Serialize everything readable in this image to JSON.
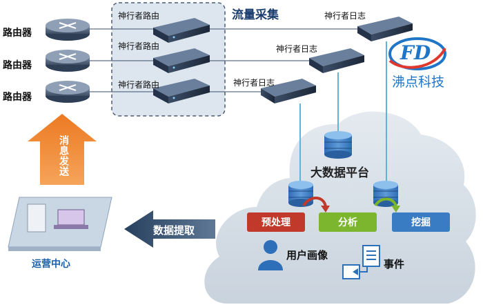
{
  "routers": [
    "路由器",
    "路由器",
    "路由器"
  ],
  "collectors": [
    "神行者路由",
    "神行者路由",
    "神行者路由"
  ],
  "section_title": "流量采集",
  "loggers": [
    "神行者日志",
    "神行者日志",
    "神行者日志"
  ],
  "brand": {
    "logo_text": "FD",
    "name": "沸点科技"
  },
  "send_arrow_label": "消息发送",
  "big_data": "大数据平台",
  "functions": {
    "preprocess": "预处理",
    "analyze": "分析",
    "mine": "挖掘"
  },
  "outputs": {
    "user_profile": "用户画像",
    "events": "事件"
  },
  "extract_label": "数据提取",
  "ops_center": "运营中心",
  "colors": {
    "accent": "#1f76c7",
    "preprocess": "#c0392b",
    "analyze": "#7cb52e",
    "mine": "#3a7cc4",
    "arrow_orange": "#f08a2c"
  }
}
